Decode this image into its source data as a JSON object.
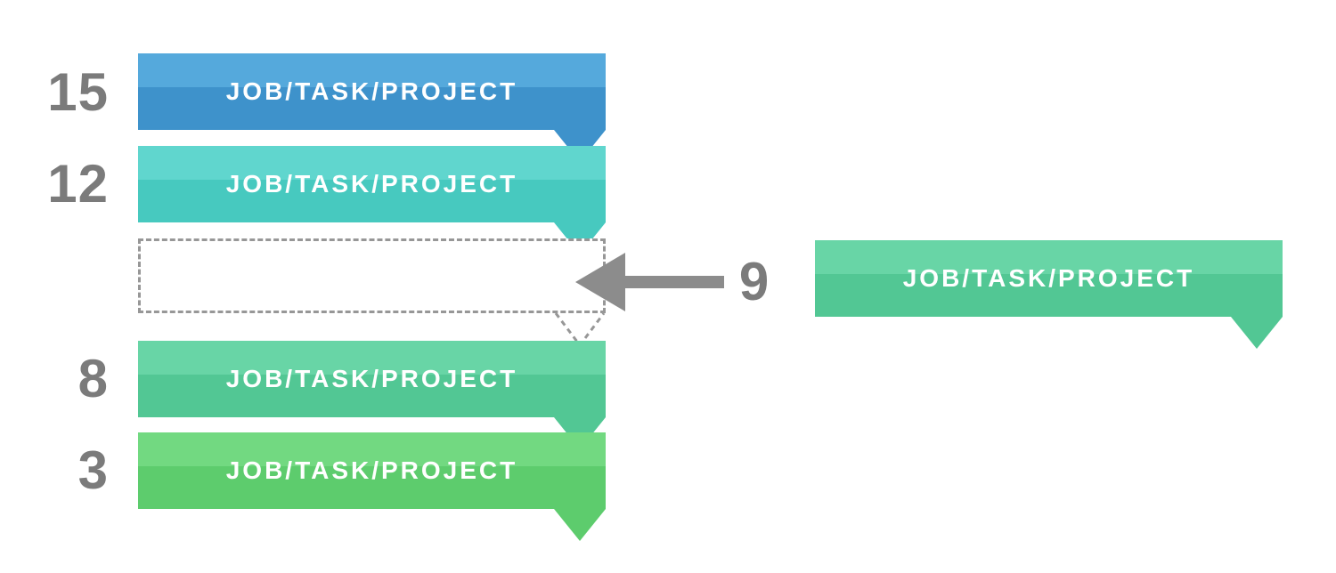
{
  "queue": {
    "items": [
      {
        "number": "15",
        "label": "JOB/TASK/PROJECT",
        "light": "#55A9DC",
        "dark": "#3E92CB"
      },
      {
        "number": "12",
        "label": "JOB/TASK/PROJECT",
        "light": "#60D6CE",
        "dark": "#47C9BF"
      },
      {
        "number": "8",
        "label": "JOB/TASK/PROJECT",
        "light": "#68D5A6",
        "dark": "#52C794"
      },
      {
        "number": "3",
        "label": "JOB/TASK/PROJECT",
        "light": "#72D981",
        "dark": "#5DCC6D"
      }
    ],
    "empty_slot": {
      "border_color": "#979797"
    },
    "incoming": {
      "number": "9",
      "label": "JOB/TASK/PROJECT",
      "light": "#68D5A6",
      "dark": "#52C794"
    },
    "arrow_color": "#8C8C8C",
    "number_color": "#7B7B7B",
    "label_text_color": "#FFFFFF"
  }
}
